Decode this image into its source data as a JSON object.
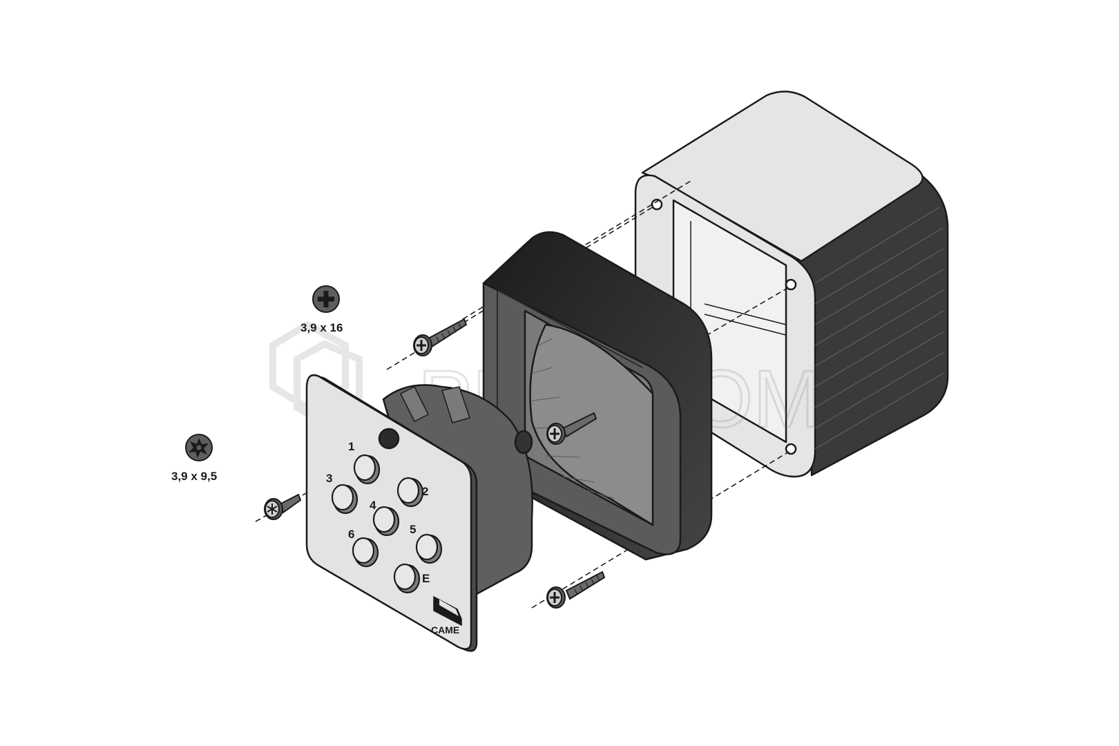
{
  "screws": {
    "phillips": {
      "icon": "phillips-screw-head-icon",
      "size_label": "3,9 x 16"
    },
    "torx": {
      "icon": "torx-screw-head-icon",
      "size_label": "3,9 x 9,5"
    }
  },
  "keypad": {
    "brand": "CAME",
    "buttons": [
      {
        "key": "1"
      },
      {
        "key": "2"
      },
      {
        "key": "3"
      },
      {
        "key": "4"
      },
      {
        "key": "5"
      },
      {
        "key": "6"
      },
      {
        "key": "E"
      }
    ]
  },
  "watermark": {
    "text": "PLUSCOM"
  },
  "colors": {
    "frame": "#5b5b5b",
    "frame_dark": "#2b2b2b",
    "panel": "#e4e3e1",
    "box": "#e6e5e3",
    "outline": "#1a1a1a"
  }
}
